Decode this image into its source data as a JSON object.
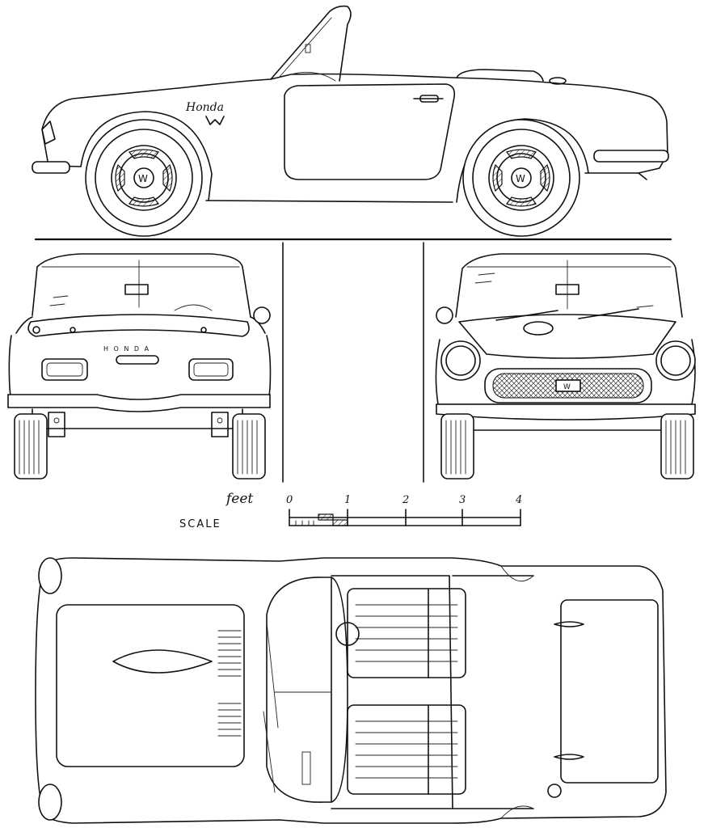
{
  "drawing": {
    "brand_script": "Honda",
    "rear_badge": "H O N D A",
    "scale": {
      "unit_label": "feet",
      "caption": "SCALE",
      "ticks": [
        "0",
        "1",
        "2",
        "3",
        "4"
      ]
    }
  }
}
